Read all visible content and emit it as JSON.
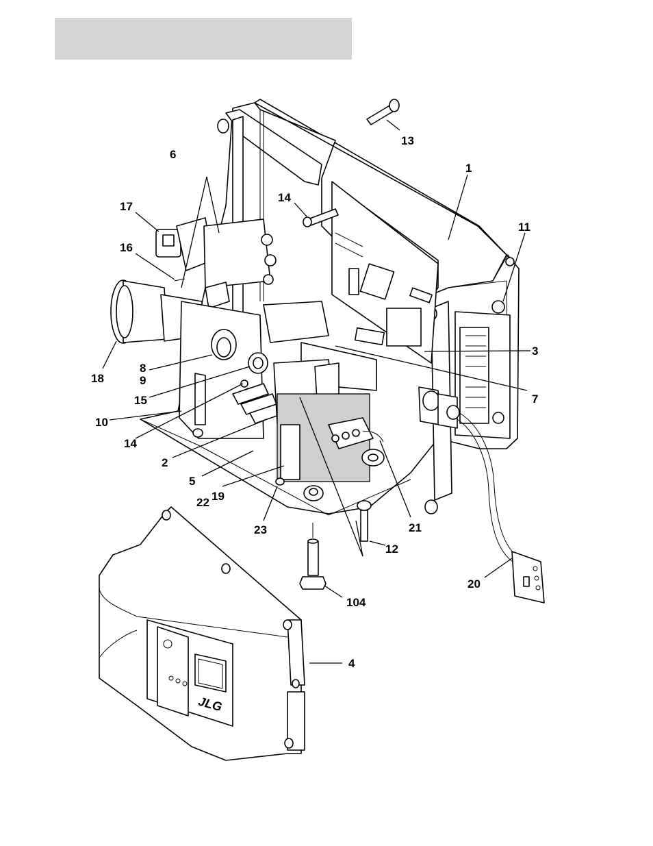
{
  "header": {
    "color": "#d4d4d4"
  },
  "callouts": [
    {
      "id": "13",
      "text": "13"
    },
    {
      "id": "1",
      "text": "1"
    },
    {
      "id": "6",
      "text": "6"
    },
    {
      "id": "17",
      "text": "17"
    },
    {
      "id": "14a",
      "text": "14"
    },
    {
      "id": "11",
      "text": "11"
    },
    {
      "id": "16",
      "text": "16"
    },
    {
      "id": "3",
      "text": "3"
    },
    {
      "id": "8",
      "text": "8"
    },
    {
      "id": "9",
      "text": "9"
    },
    {
      "id": "18",
      "text": "18"
    },
    {
      "id": "15",
      "text": "15"
    },
    {
      "id": "7",
      "text": "7"
    },
    {
      "id": "10",
      "text": "10"
    },
    {
      "id": "14b",
      "text": "14"
    },
    {
      "id": "2",
      "text": "2"
    },
    {
      "id": "5",
      "text": "5"
    },
    {
      "id": "22",
      "text": "22"
    },
    {
      "id": "19",
      "text": "19"
    },
    {
      "id": "21",
      "text": "21"
    },
    {
      "id": "23",
      "text": "23"
    },
    {
      "id": "12",
      "text": "12"
    },
    {
      "id": "20",
      "text": "20"
    },
    {
      "id": "104",
      "text": "104"
    },
    {
      "id": "4",
      "text": "4"
    }
  ],
  "logo": "JLG"
}
